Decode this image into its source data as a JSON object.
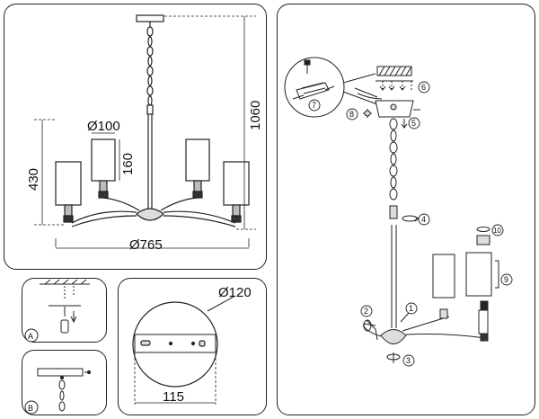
{
  "overview": {
    "dims": {
      "height_total": "1060",
      "height_arm": "430",
      "shade_diameter": "Ø100",
      "shade_height": "160",
      "span": "Ø765"
    }
  },
  "detail_a": {
    "label": "A"
  },
  "detail_b": {
    "label": "B"
  },
  "canopy": {
    "diameter": "Ø120",
    "plate_width": "115"
  },
  "assembly": {
    "steps": [
      "1",
      "2",
      "3",
      "4",
      "5",
      "6",
      "7",
      "8",
      "9",
      "10"
    ]
  }
}
